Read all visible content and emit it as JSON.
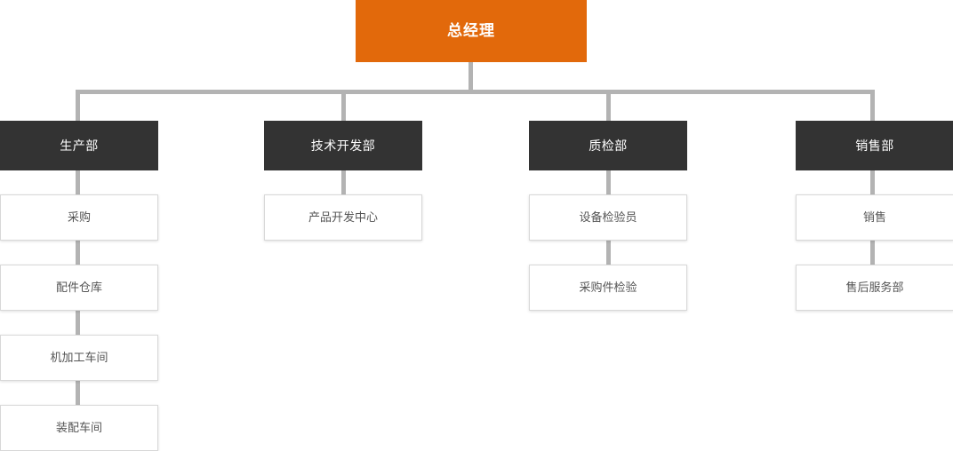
{
  "chart": {
    "type": "org-chart",
    "title": "",
    "orientation": "top-down",
    "levels": 3,
    "colors": {
      "root_background": "#E2690B",
      "root_text": "#FFFFFF",
      "department_background": "#333333",
      "department_text": "#FFFFFF",
      "leaf_background": "#FFFFFF",
      "leaf_text": "#555555",
      "leaf_border": "#D8D8D8",
      "connector": "#B3B3B3",
      "canvas_background": "#FFFFFF"
    }
  },
  "root": {
    "label": "总经理"
  },
  "departments": [
    {
      "label": "生产部",
      "children": [
        {
          "label": "采购"
        },
        {
          "label": "配件仓库"
        },
        {
          "label": "机加工车间"
        },
        {
          "label": "装配车间"
        }
      ]
    },
    {
      "label": "技术开发部",
      "children": [
        {
          "label": "产品开发中心"
        }
      ]
    },
    {
      "label": "质检部",
      "children": [
        {
          "label": "设备检验员"
        },
        {
          "label": "采购件检验"
        }
      ]
    },
    {
      "label": "销售部",
      "children": [
        {
          "label": "销售"
        },
        {
          "label": "售后服务部"
        }
      ]
    }
  ]
}
